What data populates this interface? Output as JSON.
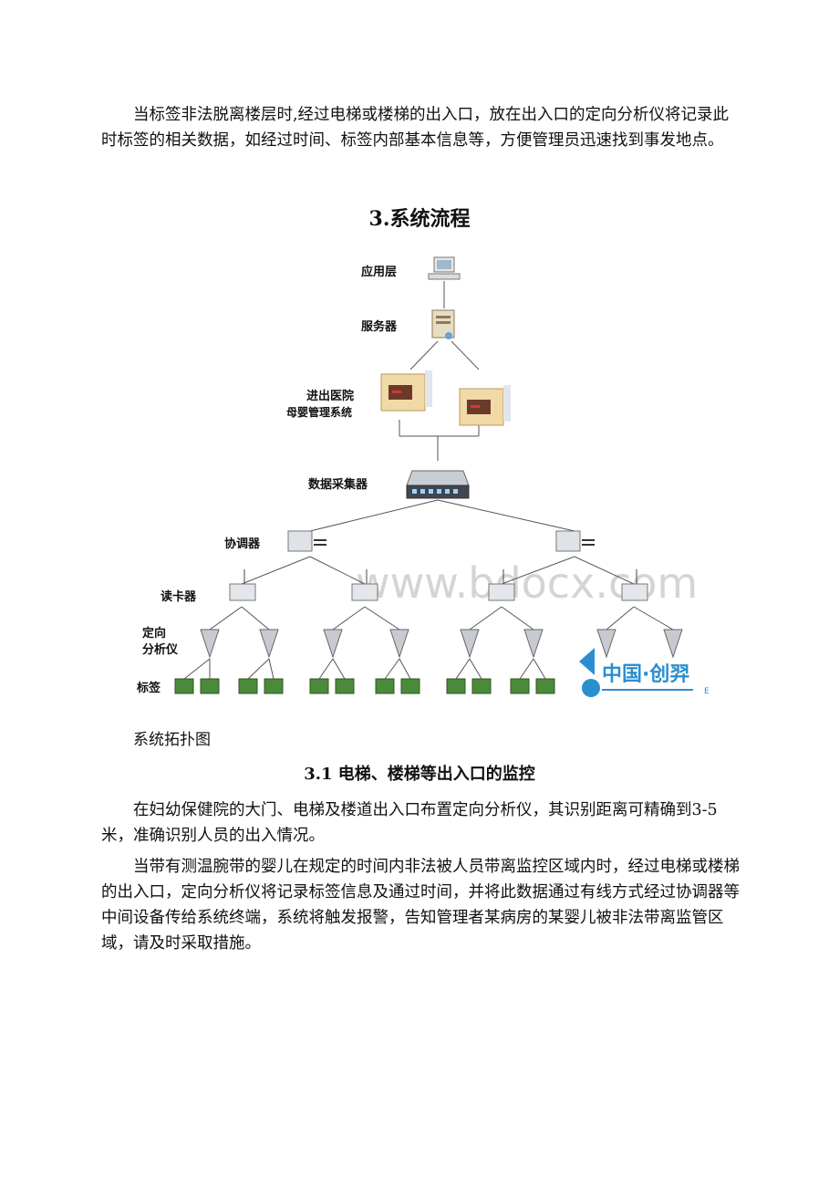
{
  "intro": {
    "text": "当标签非法脱离楼层时,经过电梯或楼梯的出入口，放在出入口的定向分析仪将记录此时标签的相关数据，如经过时间、标签内部基本信息等，方便管理员迅速找到事发地点。"
  },
  "section3": {
    "title": "3.系统流程"
  },
  "diagram": {
    "labels": {
      "application": "应用层",
      "server": "服务器",
      "hospital_line1": "进出医院",
      "hospital_line2": "母婴管理系统",
      "collector": "数据采集器",
      "coordinator": "协调器",
      "reader": "读卡器",
      "analyzer_line1": "定向",
      "analyzer_line2": "分析仪",
      "tag": "标签"
    },
    "watermark": "www.bdocx.com",
    "logo": {
      "text": "中国·创羿",
      "sub": "E"
    }
  },
  "caption": "系统拓扑图",
  "section31": {
    "title": "3.1 电梯、楼梯等出入口的监控",
    "p1": "在妇幼保健院的大门、电梯及楼道出入口布置定向分析仪，其识别距离可精确到3-5米，准确识别人员的出入情况。",
    "p2": "当带有测温腕带的婴儿在规定的时间内非法被人员带离监控区域内时，经过电梯或楼梯的出入口，定向分析仪将记录标签信息及通过时间，并将此数据通过有线方式经过协调器等中间设备传给系统终端，系统将触发报警，告知管理者某病房的某婴儿被非法带离监管区域，请及时采取措施。"
  }
}
